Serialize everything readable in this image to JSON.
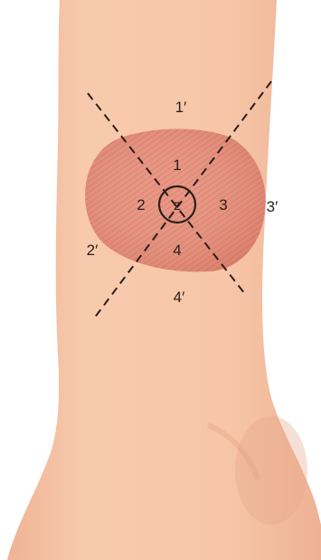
{
  "diagram": {
    "zones": {
      "center": "z",
      "inner_top": "1",
      "inner_left": "2",
      "inner_right": "3",
      "inner_bottom": "4",
      "outer_top": "1′",
      "outer_left": "2′",
      "outer_right": "3′",
      "outer_bottom": "4′"
    },
    "colors": {
      "skin": "#f6c5a7",
      "skin_shadow": "#e8a98a",
      "wound": "#e58a77",
      "wound_stripe": "#cf6f5f",
      "line": "#2b1e1a"
    }
  }
}
